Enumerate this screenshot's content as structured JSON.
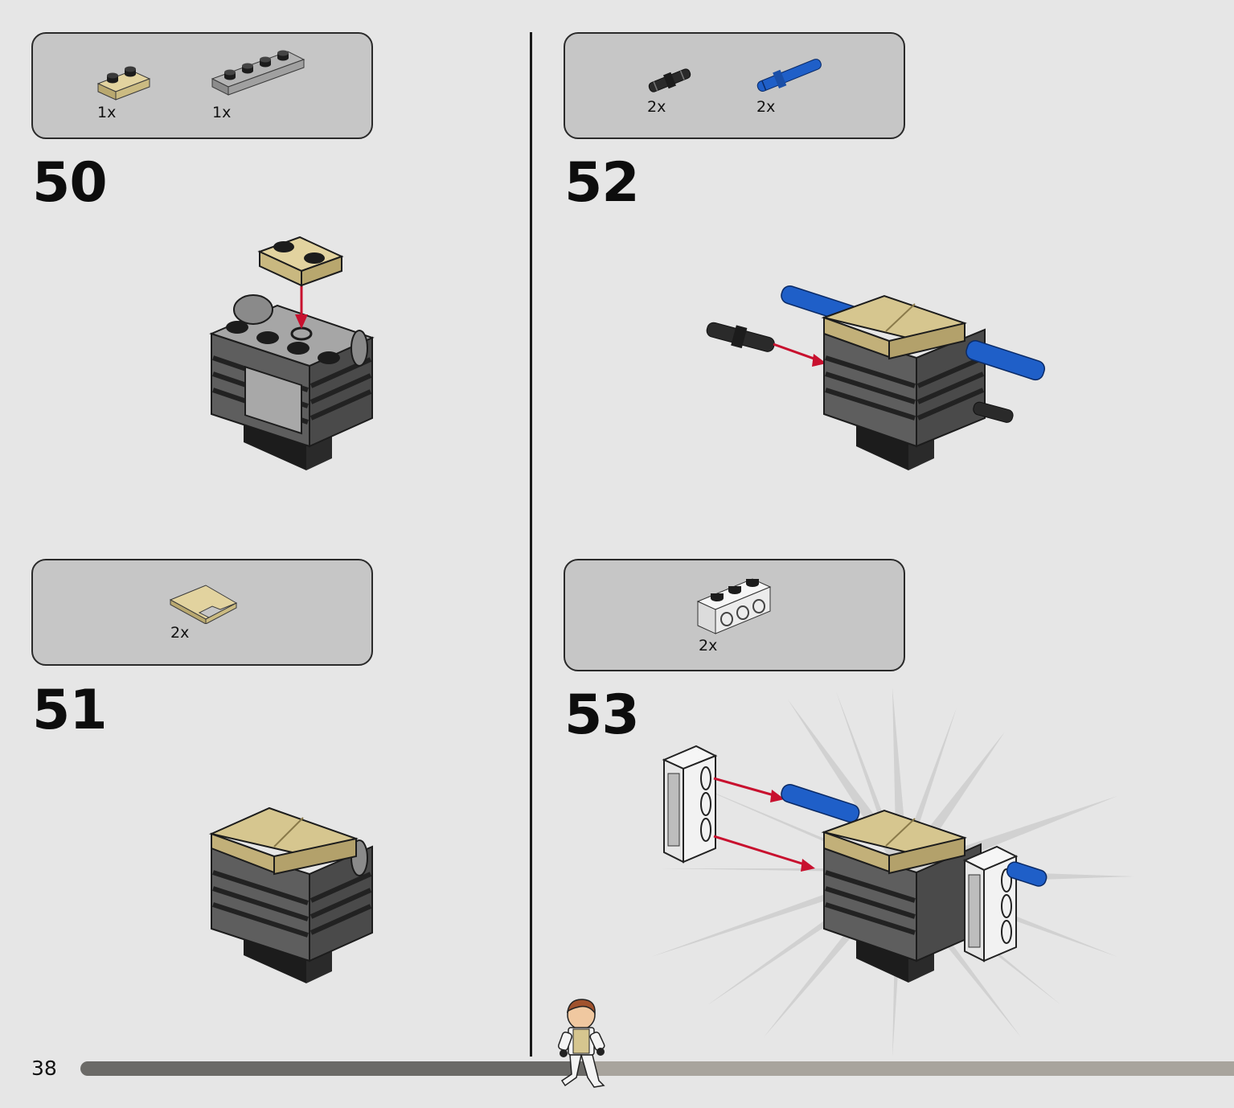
{
  "page": {
    "number": "38"
  },
  "progress": {
    "fraction": 0.44,
    "track_color": "#a8a49d",
    "fill_color": "#6b6a67"
  },
  "colors": {
    "tan": "#d6c68f",
    "light_gray": "#9c9c9c",
    "dark_gray": "#5e5e5e",
    "black": "#1c1c1c",
    "blue": "#1f5fc8",
    "white": "#f6f6f6",
    "arrow_red": "#c8102e"
  },
  "steps": [
    {
      "number": "50",
      "parts": [
        {
          "icon": "tan-plate-1x2-icon",
          "qty": "1x"
        },
        {
          "icon": "gray-plate-1x4-icon",
          "qty": "1x"
        }
      ]
    },
    {
      "number": "51",
      "parts": [
        {
          "icon": "tan-corner-tile-icon",
          "qty": "2x"
        }
      ]
    },
    {
      "number": "52",
      "parts": [
        {
          "icon": "black-friction-pin-icon",
          "qty": "2x"
        },
        {
          "icon": "blue-axle-pin-icon",
          "qty": "2x"
        }
      ]
    },
    {
      "number": "53",
      "parts": [
        {
          "icon": "white-technic-brick-1x3-icon",
          "qty": "2x"
        }
      ]
    }
  ]
}
